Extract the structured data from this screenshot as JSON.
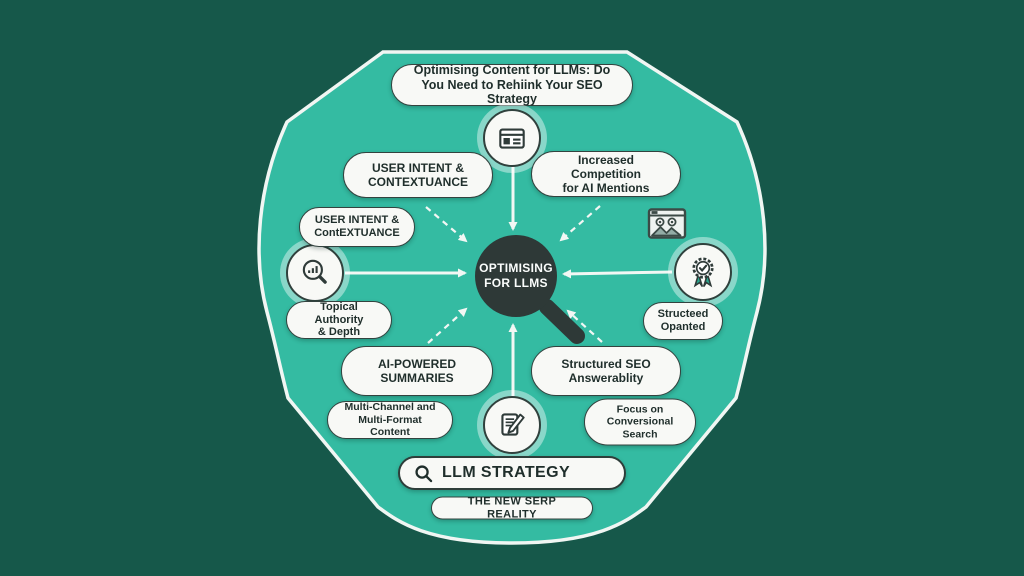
{
  "title": "Optimising Content for LLMs: Do\nYou Need to Rehiink Your SEO Strategy",
  "center": {
    "label": "OPTIMISING\nFOR LLMS",
    "icon": "magnifier-lens-icon"
  },
  "pills": {
    "user_intent_upper": "USER INTENT &\nCONTEXTUANCE",
    "increased_competition": "Increased Competition\nfor AI Mentions",
    "user_intent_left": "USER INTENT &\nContEXTUANCE",
    "topical_authority": "Topical Authority\n& Depth",
    "structeed_opanted": "Structeed\nOpanted",
    "ai_powered": "AI-POWERED\nSUMMARIES",
    "structured_seo": "Structured SEO\nAnswerablity",
    "multi_channel": "Multi-Channel and\nMulti-Format Content",
    "focus_conversional": "Focus on\nConversional\nSearch"
  },
  "search_bar": {
    "label": "LLM STRATEGY",
    "icon": "search-icon"
  },
  "footer": {
    "label": "THE NEW SERP REALITY"
  },
  "icons": {
    "top": "webpage-icon",
    "left": "chart-magnifier-icon",
    "right": "award-badge-icon",
    "bottom": "edit-note-icon",
    "upper_right": "image-icon"
  },
  "colors": {
    "background": "#16584a",
    "blob": "#34bba2",
    "blob_outline": "#f0f6f3",
    "pill_fill": "#f8f9f6",
    "pill_outline": "#33433f",
    "hub_fill": "#2e3937",
    "arrow": "#f2f7f4",
    "award_ribbon": "#2aa78e"
  }
}
